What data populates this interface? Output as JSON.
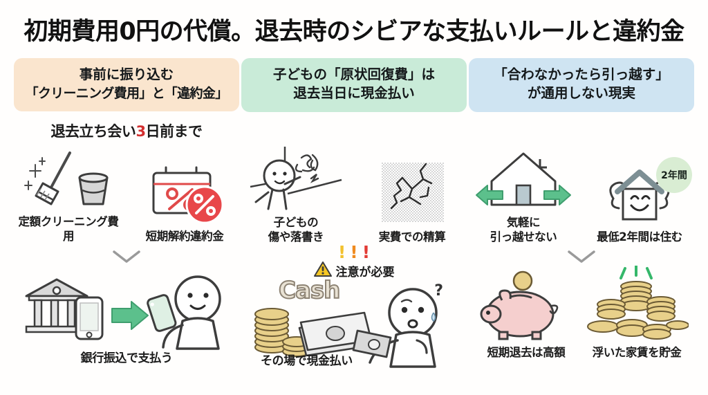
{
  "title": "初期費用0円の代償。退去時のシビアな支払いルールと違約金",
  "columns": [
    {
      "id": "advance-transfer",
      "header_color": "#fae5ce",
      "header_line1": "事前に振り込む",
      "header_line2": "「クリーニング費用」と「違約金」",
      "sub_heading_pre": "退去立ち会い",
      "sub_heading_accent": "3",
      "sub_heading_post": "日前まで",
      "accent_color": "#d32f2f",
      "icons": [
        {
          "name": "broom-bucket-icon",
          "caption": "定額クリーニング費用"
        },
        {
          "name": "calendar-percent-icon",
          "caption": "短期解約違約金"
        }
      ],
      "scene_caption": "銀行振込で支払う"
    },
    {
      "id": "child-restoration",
      "header_color": "#c9ebd8",
      "header_line1": "子どもの「原状回復費」は",
      "header_line2": "退去当日に現金払い",
      "icons": [
        {
          "name": "child-drawing-wall-icon",
          "caption": "子どもの\n傷や落書き"
        },
        {
          "name": "cracked-wall-icon",
          "caption": "実費での精算"
        }
      ],
      "warning_label": "注意が必要",
      "cash_word": "Cash",
      "scene_caption": "その場で現金払い",
      "question_mark": "?"
    },
    {
      "id": "cannot-move-out",
      "header_color": "#cfe4f2",
      "header_line1": "「合わなかったら引っ越す」",
      "header_line2": "が通用しない現実",
      "icons": [
        {
          "name": "house-arrows-icon",
          "caption": "気軽に\n引っ越せない"
        },
        {
          "name": "house-muscle-icon",
          "caption": "最低2年間は住む",
          "badge": "2年間"
        }
      ],
      "scene_left_caption": "短期退去は高額",
      "scene_right_caption": "浮いた家賃を貯金"
    }
  ],
  "bangs": [
    "!",
    "!",
    "!"
  ],
  "bang_colors": [
    "#f2c12e",
    "#f08a1e",
    "#e23b35"
  ]
}
